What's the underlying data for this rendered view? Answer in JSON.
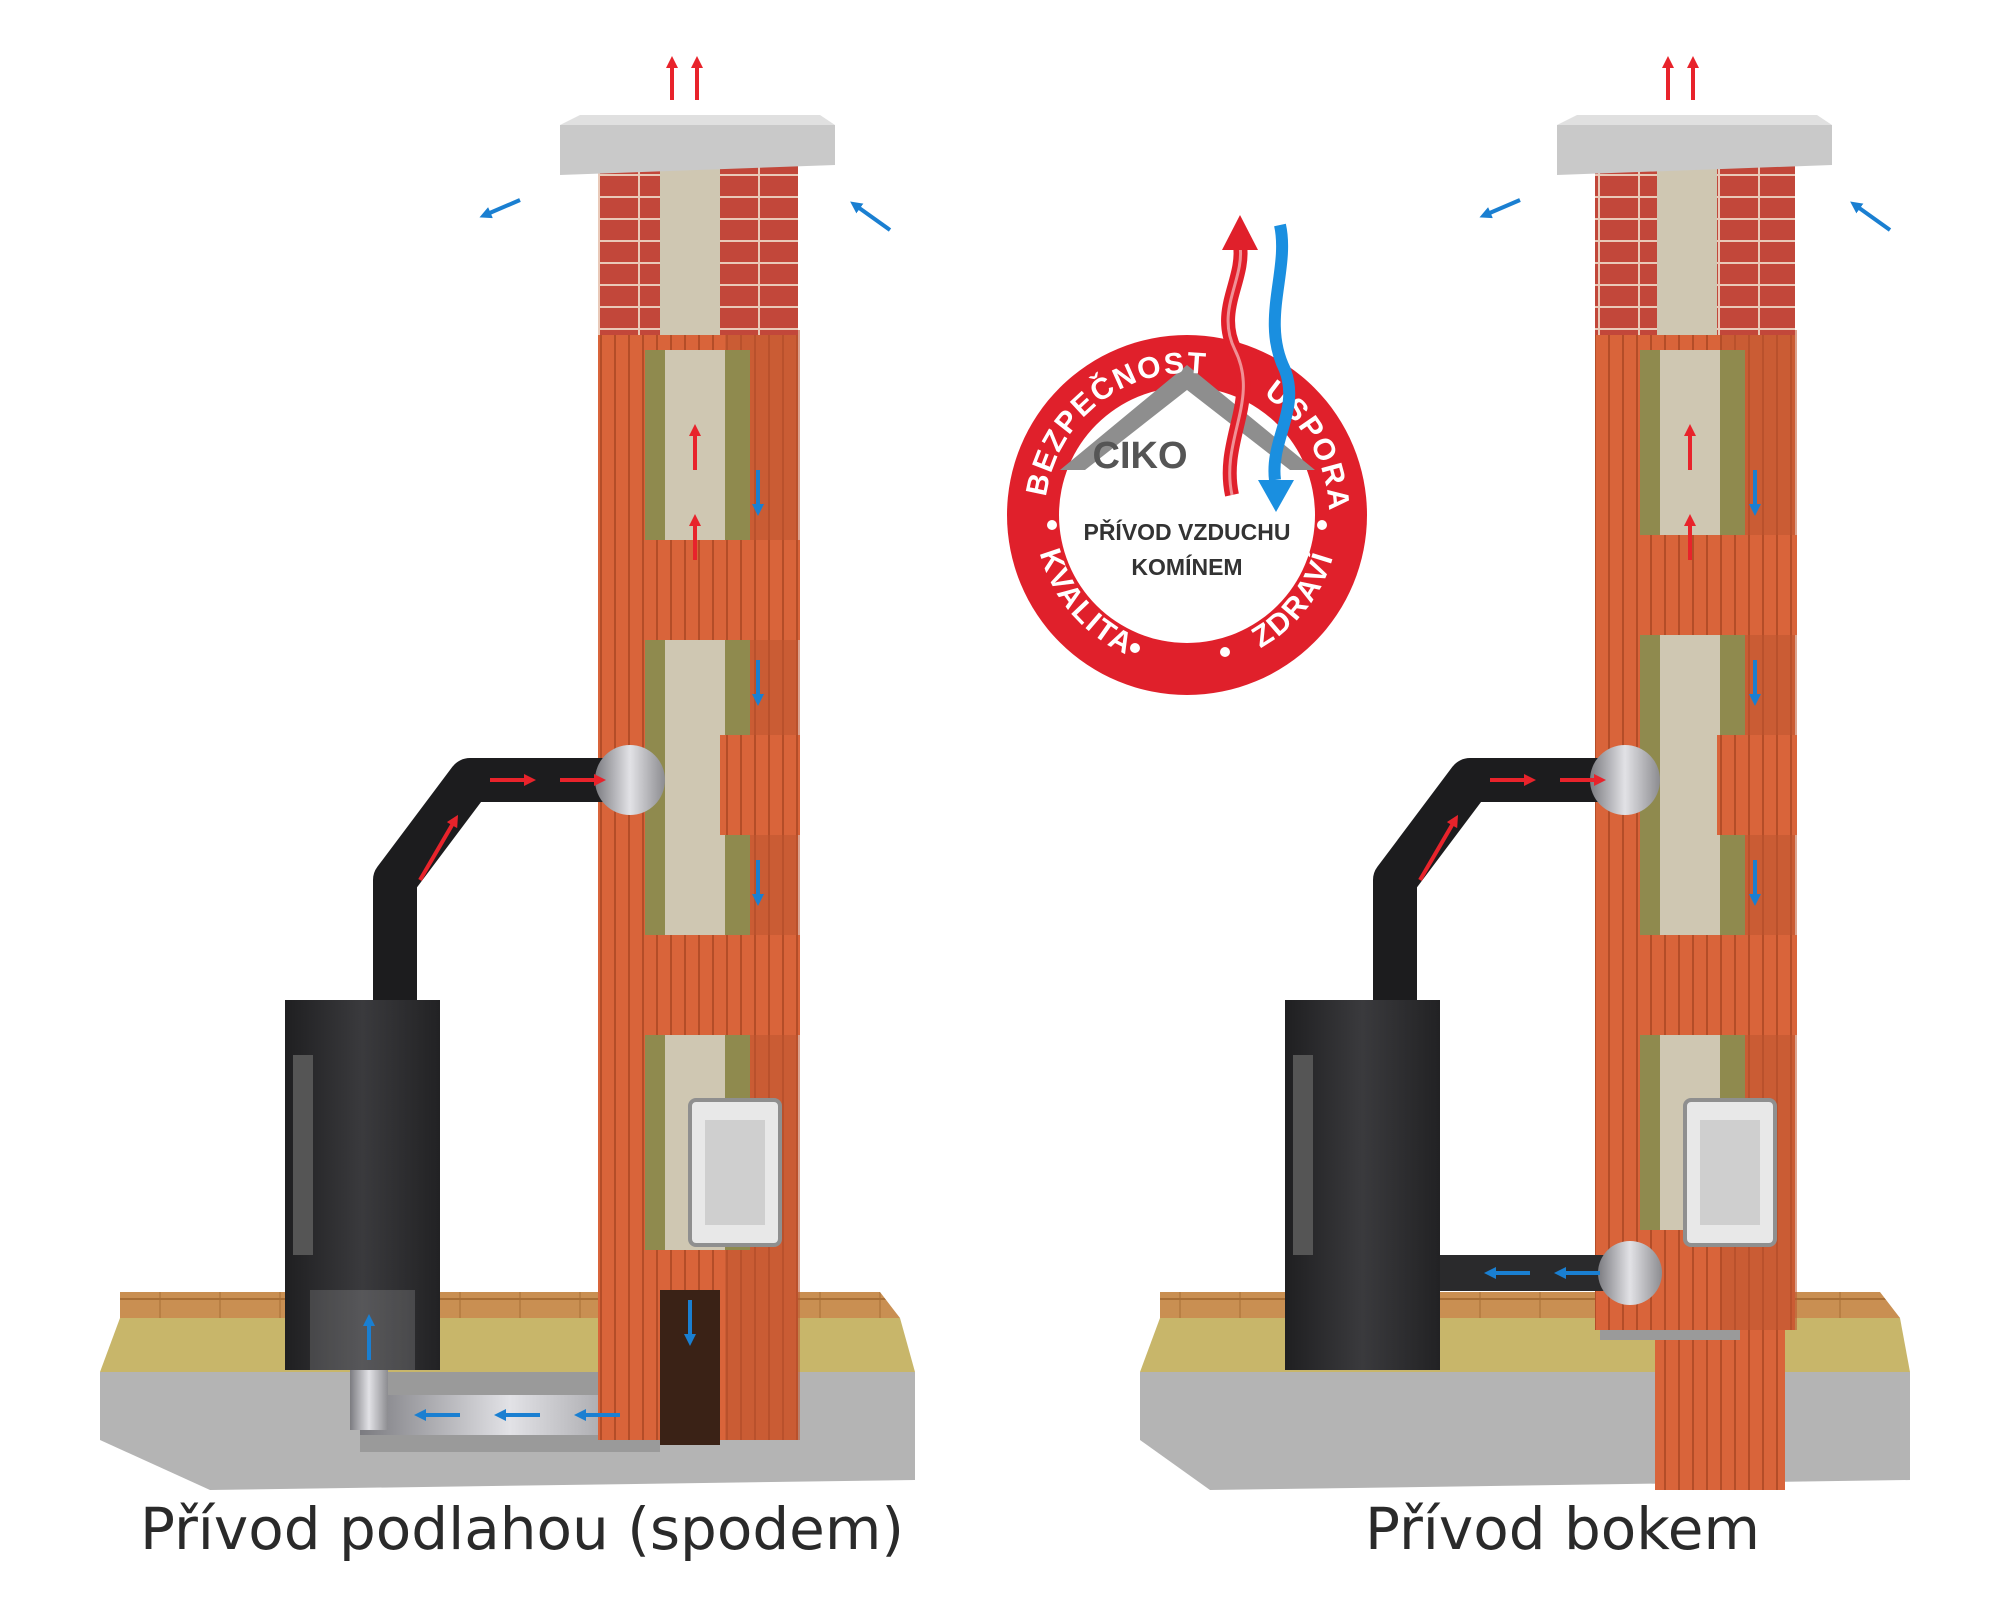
{
  "captions": {
    "left": "Přívod podlahou (spodem)",
    "right": "Přívod bokem"
  },
  "logo": {
    "brand": "CIKO",
    "center_line1": "PŘÍVOD VZDUCHU",
    "center_line2": "KOMÍNEM",
    "ring_words": [
      "BEZPEČNOST",
      "ÚSPORA",
      "ZDRAVÍ",
      "KVALITA"
    ]
  },
  "colors": {
    "brick": "#d9643a",
    "brick_dark": "#a8431f",
    "cap_brick": "#c2473a",
    "insulation": "#8f8a4e",
    "liner": "#cfc7b2",
    "stove": "#2b2b2d",
    "flue": "#1c1c1e",
    "floor_wood": "#c98f52",
    "concrete": "#b4b4b4",
    "hot_air": "#e8232b",
    "cold_air": "#1a7fd1",
    "logo_red": "#e0202b"
  }
}
